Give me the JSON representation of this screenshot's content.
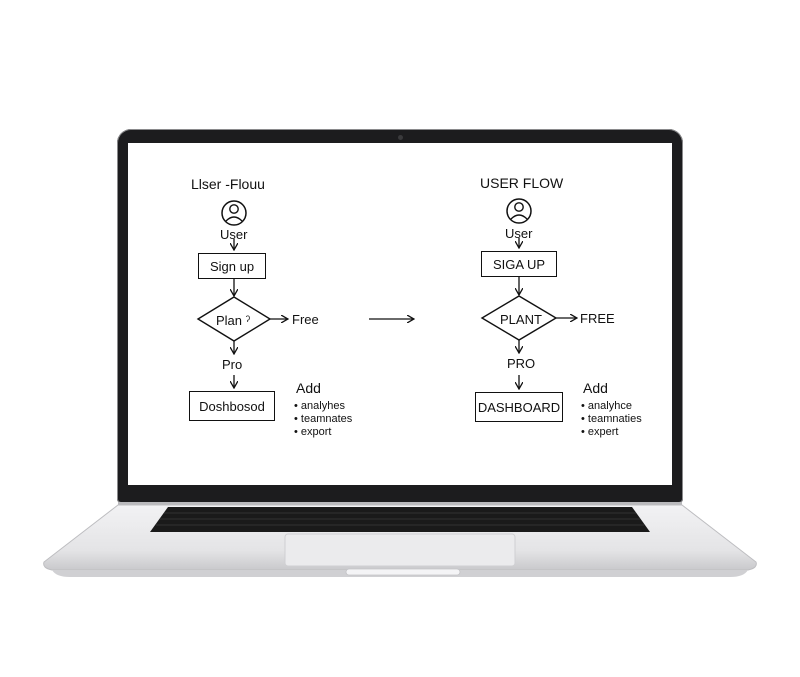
{
  "left_flow": {
    "title": "Llser -Flouu",
    "user_label": "User",
    "signup_label": "Sign up",
    "plan_label": "Plan ˀ",
    "free_label": "Free",
    "pro_label": "Pro",
    "dashboard_label": "Doshbosod",
    "add_title": "Add",
    "add_items": [
      "• analyhes",
      "• teamnates",
      "• export"
    ]
  },
  "right_flow": {
    "title": "USER FLOW",
    "user_label": "User",
    "signup_label": "SIGA UP",
    "plan_label": "PLANT",
    "free_label": "FREE",
    "pro_label": "PRO",
    "dashboard_label": "DASHBOARD",
    "add_title": "Add",
    "add_items": [
      "• analyhce",
      "• teamnaties",
      "• expert"
    ]
  },
  "icons": [
    "user-icon",
    "arrow-right-icon",
    "arrow-down-icon"
  ],
  "colors": {
    "laptop_bezel": "#1c1c1e",
    "laptop_body": "#e9e9eb",
    "keyboard": "#1a1a1a",
    "screen_bg": "#ffffff",
    "ink": "#111111"
  }
}
